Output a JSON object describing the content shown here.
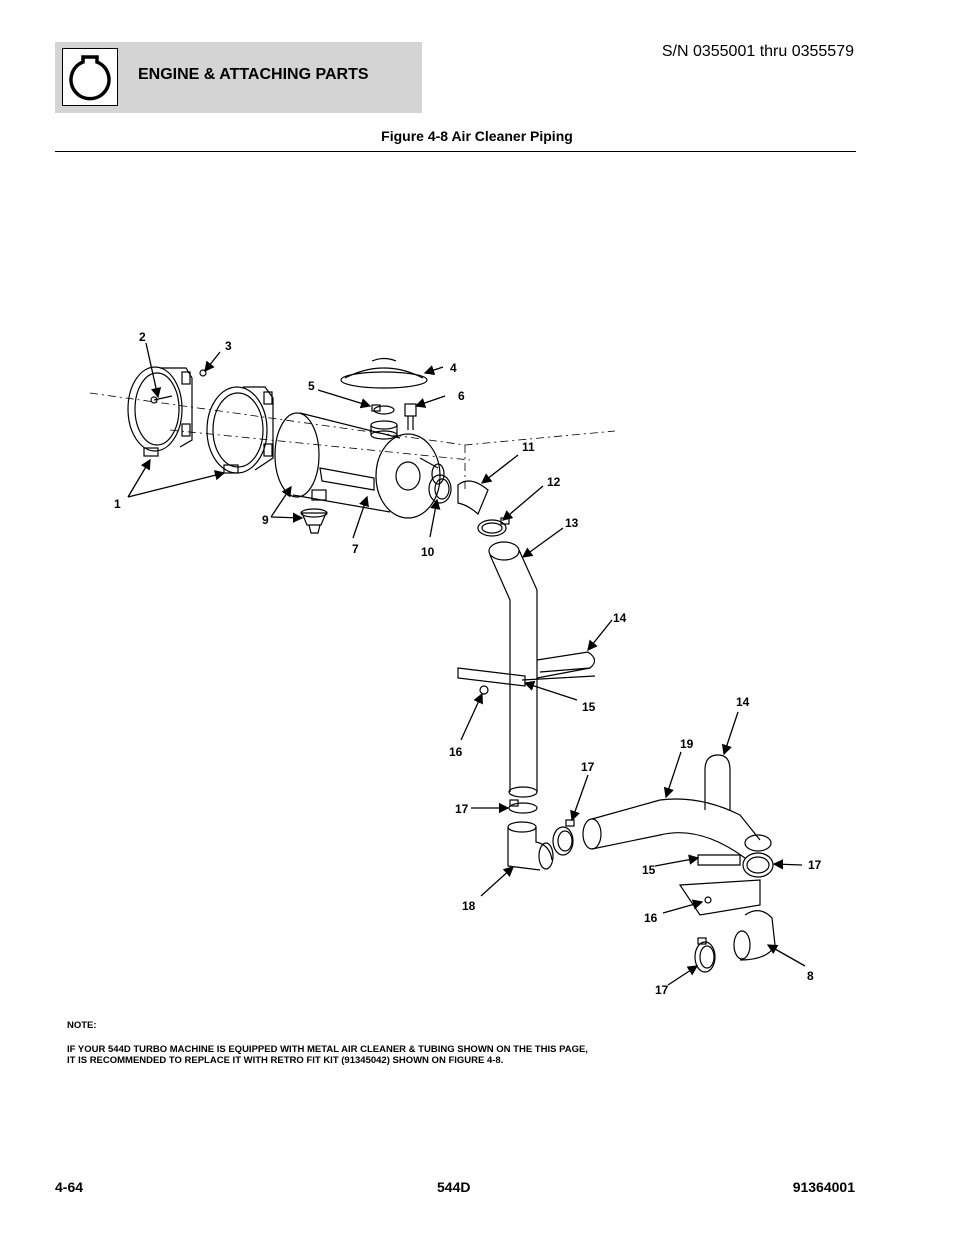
{
  "header": {
    "section_title": "ENGINE & ATTACHING PARTS",
    "serial_range": "S/N 0355001 thru 0355579",
    "figure_title": "Figure 4-8 Air Cleaner Piping"
  },
  "callouts": [
    "1",
    "2",
    "3",
    "4",
    "5",
    "6",
    "7",
    "8",
    "9",
    "10",
    "11",
    "12",
    "13",
    "14",
    "15",
    "16",
    "17",
    "18",
    "19"
  ],
  "note": {
    "label": "NOTE:",
    "line1": "IF YOUR 544D TURBO MACHINE IS EQUIPPED WITH METAL AIR CLEANER & TUBING SHOWN ON THE THIS PAGE,",
    "line2": "IT IS RECOMMENDED TO REPLACE IT WITH RETRO FIT KIT (91345042) SHOWN ON FIGURE 4-8."
  },
  "footer": {
    "page_number": "4-64",
    "model": "544D",
    "manual_number": "91364001"
  }
}
